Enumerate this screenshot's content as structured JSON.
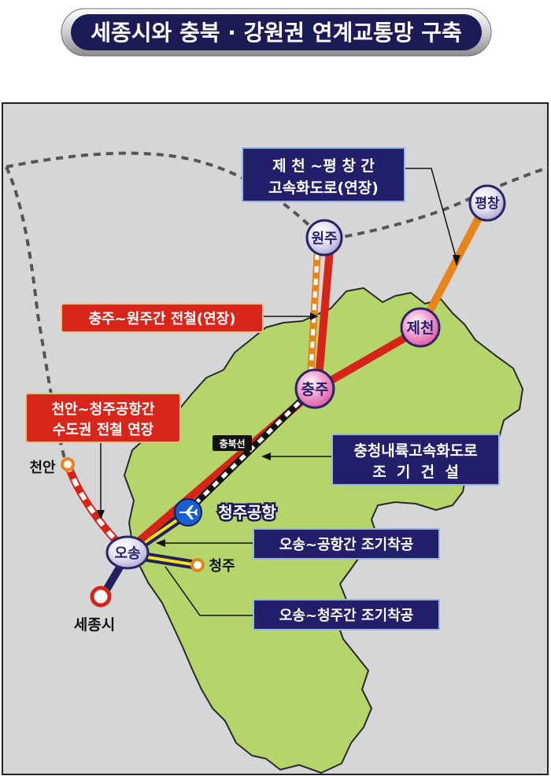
{
  "title": "세종시와 충북 · 강원권 연계교통망 구축",
  "colors": {
    "page_bg": "#ffffff",
    "map_bg": "#d5d6d8",
    "land": "#b5d46a",
    "land_outline": "#2a2a2a",
    "title_bg": "#1c1b55",
    "label_bg": "#231f6b",
    "label_red": "#d8261c",
    "rail_red": "#d62418",
    "route_orange": "#e8841c",
    "route_navy": "#24205e",
    "route_yellow": "#f2e21a",
    "node_pink": "#e06fb0"
  },
  "stations": {
    "wonju": "원주",
    "pyeongchang": "평창",
    "jecheon": "제천",
    "chungju": "충주",
    "oson": "오송",
    "cheonan": "천안",
    "cheongju": "청주",
    "sejong": "세종시",
    "airport": "청주공항"
  },
  "badge": {
    "chungbuk_line": "충북선"
  },
  "callouts": {
    "jecheon_pyeongchang": [
      "제 천 ~평 창 간",
      "고속화도로(연장)"
    ],
    "chungju_wonju": [
      "충주~원주간 전철(연장)"
    ],
    "cheonan_airport": [
      "천안~청주공항간",
      "수도권 전철 연장"
    ],
    "chungcheong_inland": [
      "충청내륙고속화도로",
      "조  기  건  설"
    ],
    "oson_airport": [
      "오송~공항간 조기착공"
    ],
    "oson_cheongju": [
      "오송~청주간 조기착공"
    ]
  },
  "icons": {
    "airport": "airplane-icon"
  }
}
